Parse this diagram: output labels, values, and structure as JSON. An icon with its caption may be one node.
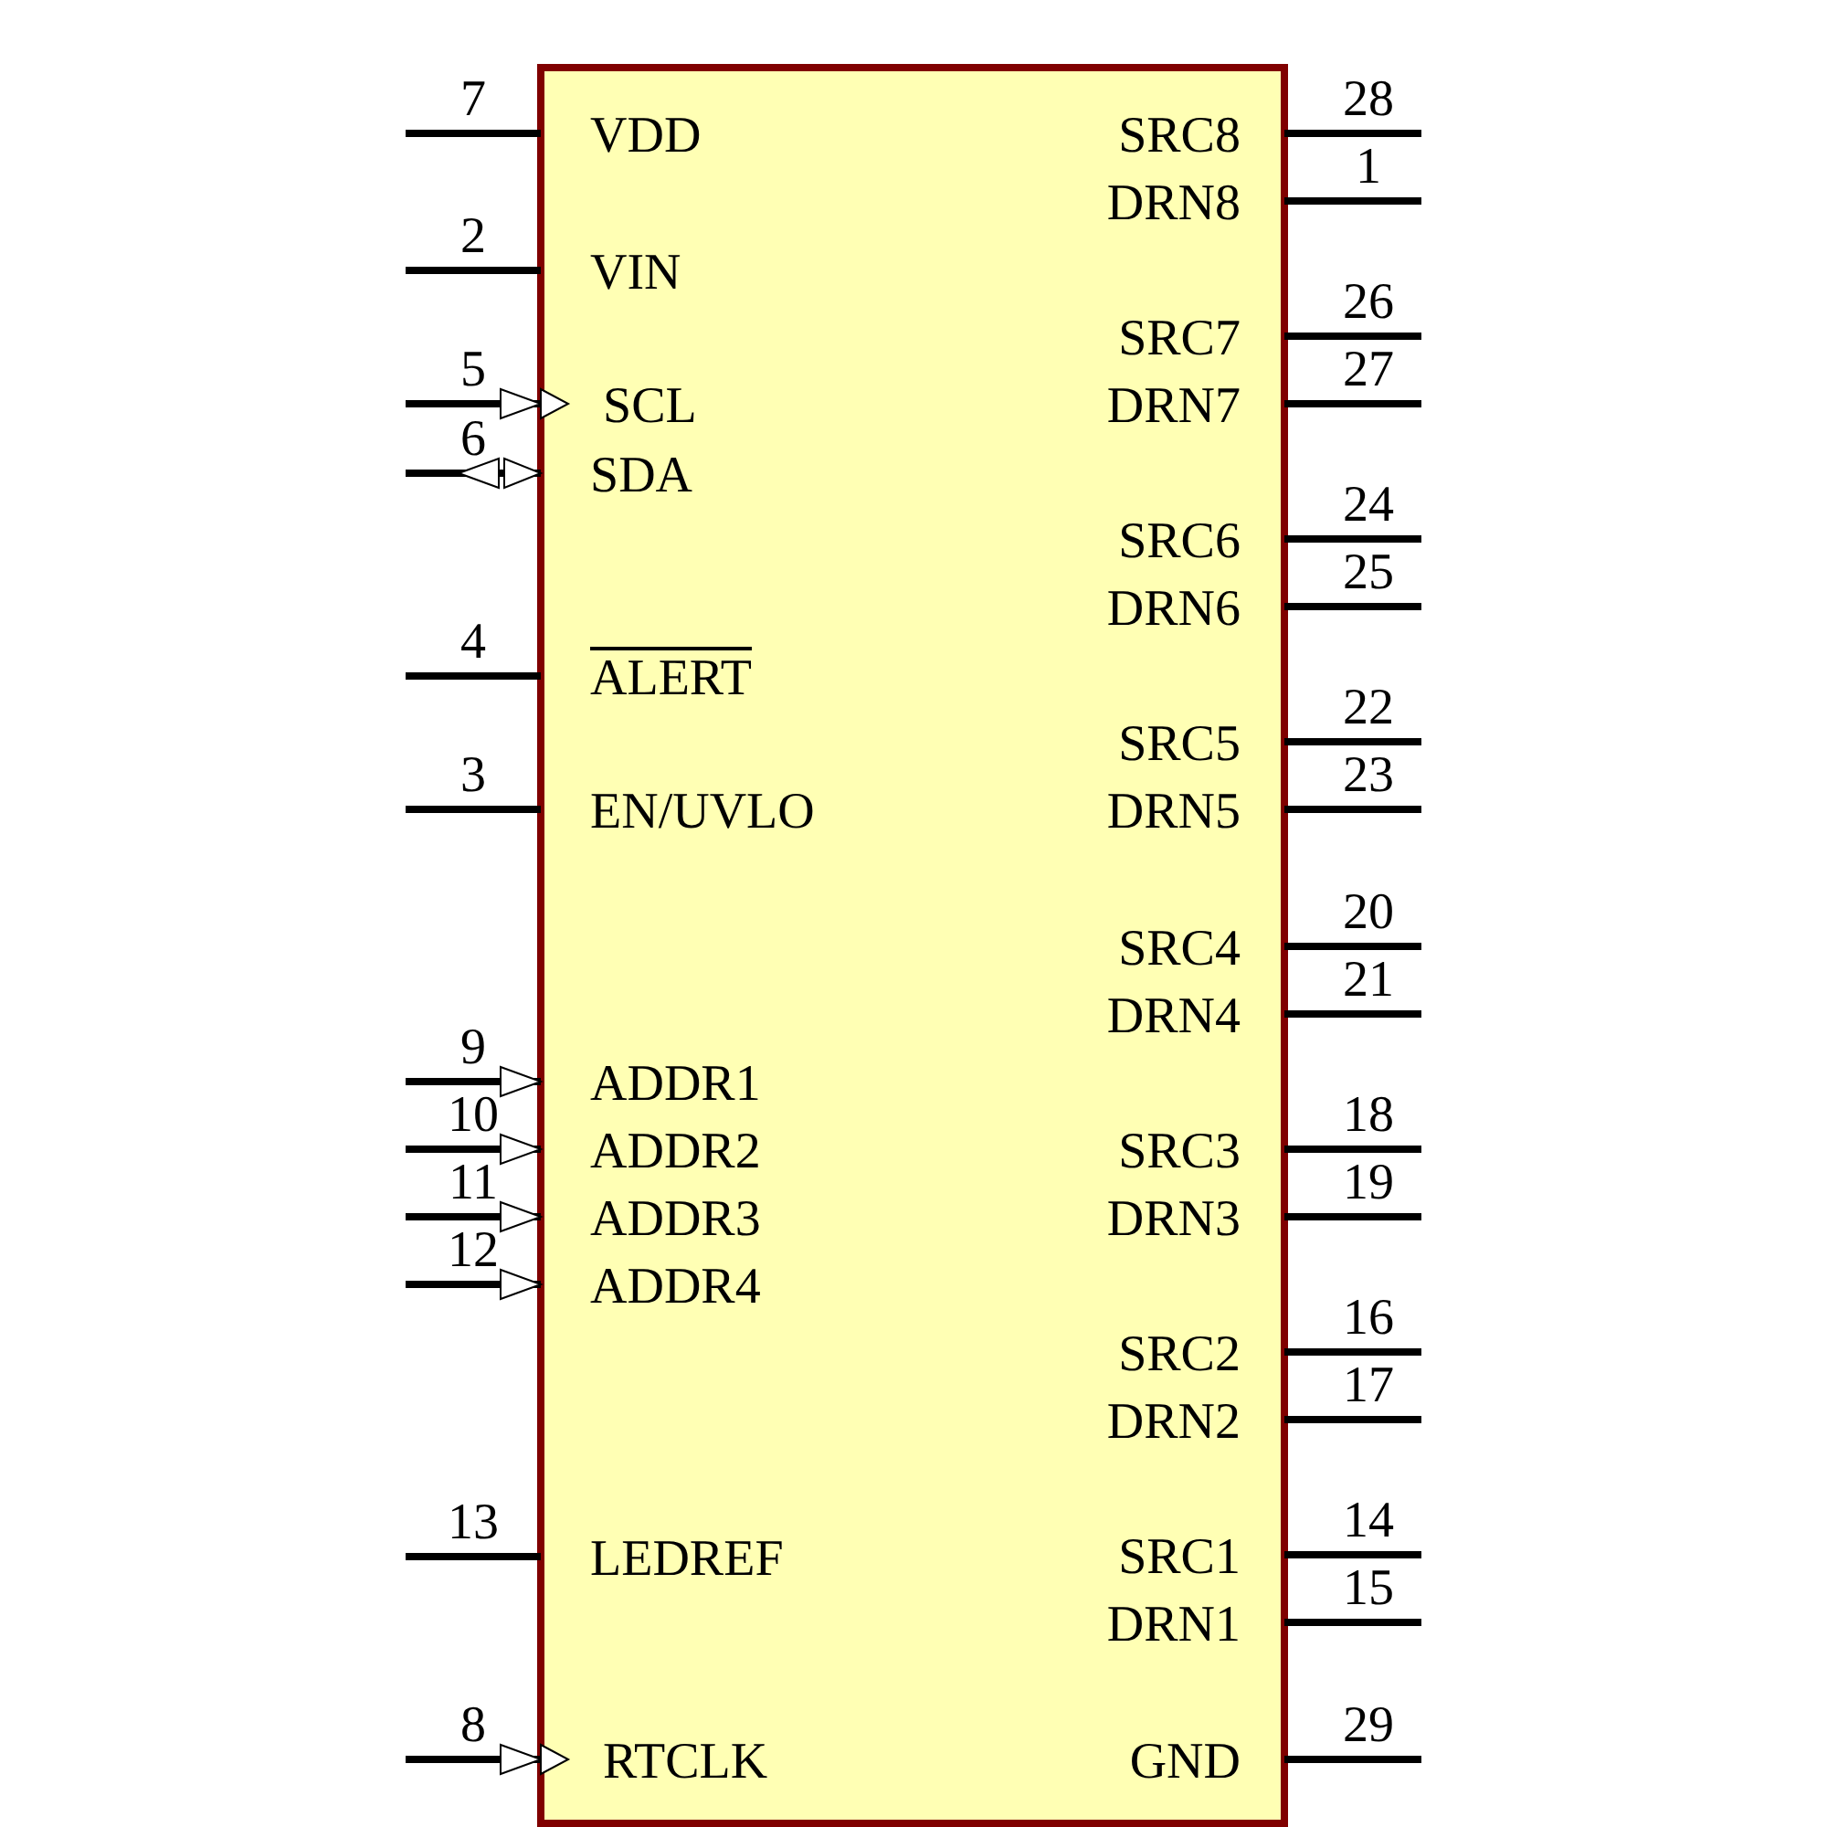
{
  "diagram": {
    "labels": [
      "7",
      "VDD",
      "2",
      "VIN",
      "5",
      "SCL",
      "6",
      "SDA",
      "4",
      "ALERT",
      "3",
      "EN/UVLO",
      "9",
      "ADDR1",
      "10",
      "ADDR2",
      "11",
      "ADDR3",
      "12",
      "ADDR4",
      "13",
      "LEDREF",
      "8",
      "RTCLK",
      "28",
      "SRC8",
      "1",
      "DRN8",
      "26",
      "SRC7",
      "27",
      "DRN7",
      "24",
      "SRC6",
      "25",
      "DRN6",
      "22",
      "SRC5",
      "23",
      "DRN5",
      "20",
      "SRC4",
      "21",
      "DRN4",
      "18",
      "SRC3",
      "19",
      "DRN3",
      "16",
      "SRC2",
      "17",
      "DRN2",
      "14",
      "SRC1",
      "15",
      "DRN1",
      "29",
      "GND"
    ]
  }
}
